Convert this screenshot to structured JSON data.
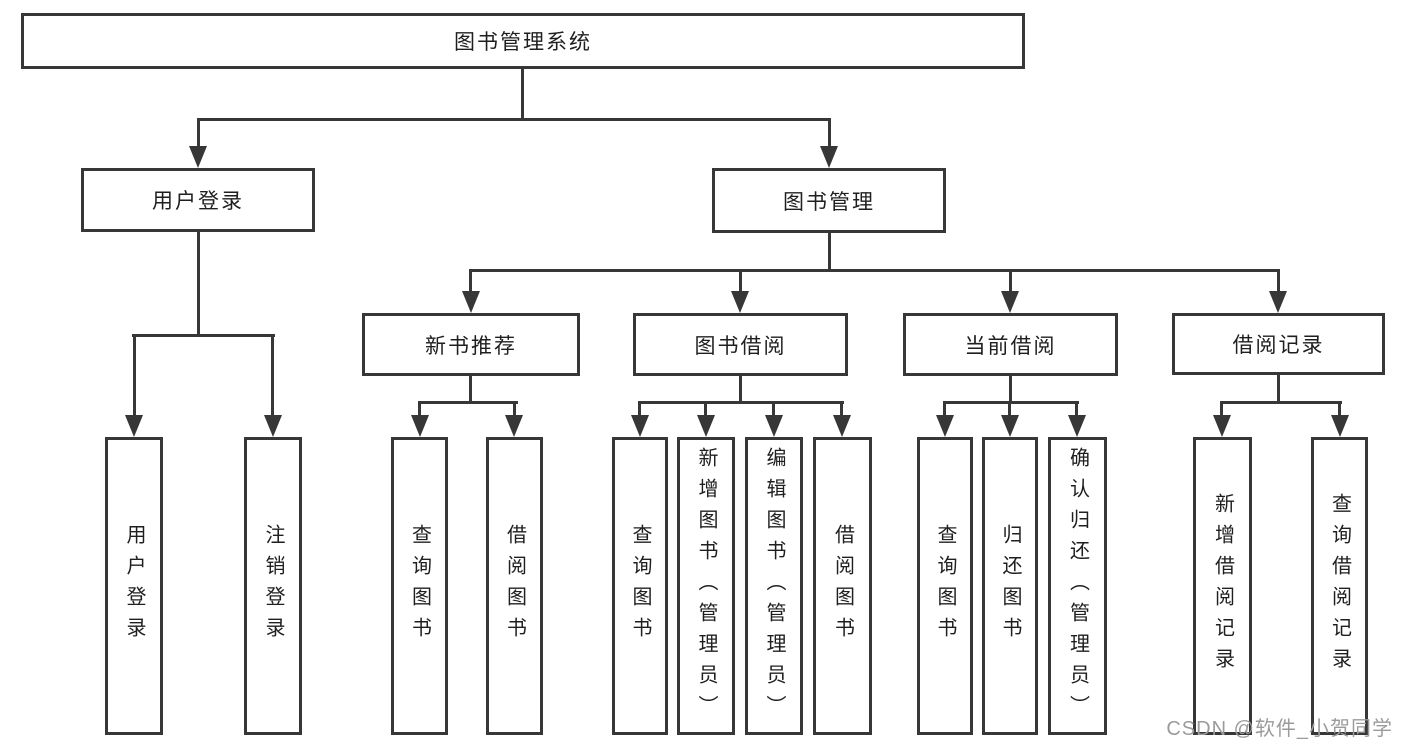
{
  "tree": {
    "label": "图书管理系统",
    "children": [
      {
        "label": "用户登录",
        "children": [
          {
            "label": "用户登录"
          },
          {
            "label": "注销登录"
          }
        ]
      },
      {
        "label": "图书管理",
        "children": [
          {
            "label": "新书推荐",
            "children": [
              {
                "label": "查询图书"
              },
              {
                "label": "借阅图书"
              }
            ]
          },
          {
            "label": "图书借阅",
            "children": [
              {
                "label": "查询图书"
              },
              {
                "label": "新增图书（管理员）"
              },
              {
                "label": "编辑图书（管理员）"
              },
              {
                "label": "借阅图书"
              }
            ]
          },
          {
            "label": "当前借阅",
            "children": [
              {
                "label": "查询图书"
              },
              {
                "label": "归还图书"
              },
              {
                "label": "确认归还（管理员）"
              }
            ]
          },
          {
            "label": "借阅记录",
            "children": [
              {
                "label": "新增借阅记录"
              },
              {
                "label": "查询借阅记录"
              }
            ]
          }
        ]
      }
    ]
  },
  "watermark": {
    "text": "CSDN @软件_小贺同学"
  },
  "colors": {
    "line": "#373737",
    "text": "#1f1f1f",
    "watermark": "#9b9b9b",
    "background": "#ffffff"
  }
}
